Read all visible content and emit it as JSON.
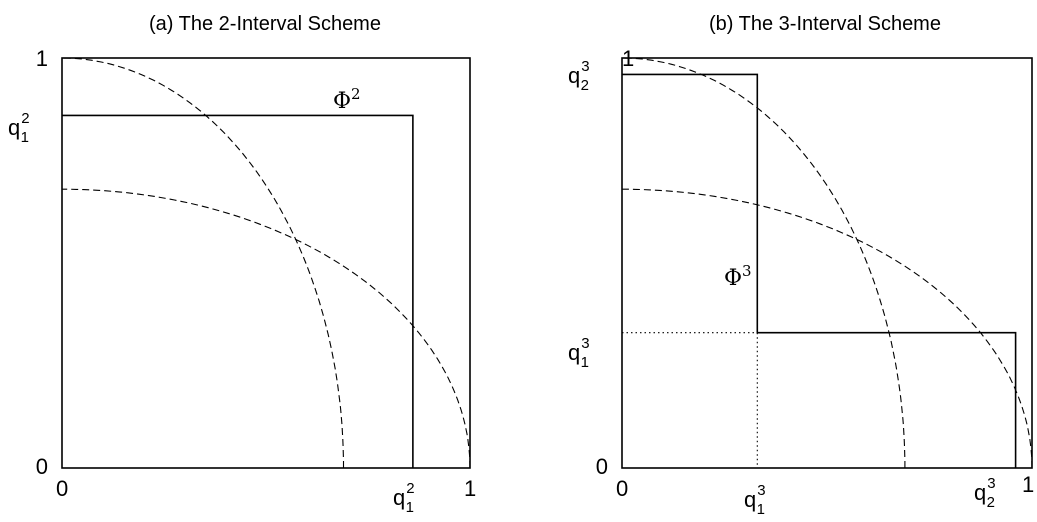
{
  "panels": [
    {
      "title": "(a) The 2-Interval Scheme",
      "phi_symbol": "Φ",
      "phi_superscript": "2",
      "tick_labels": {
        "x_min": "0",
        "x_max": "1",
        "y_min": "0",
        "y_max": "1",
        "q_symbol": "q"
      },
      "x_threshold": {
        "base": "q",
        "sub": "1",
        "sup": "2",
        "value": 0.86
      },
      "y_threshold": {
        "base": "q",
        "sub": "1",
        "sup": "2",
        "value": 0.86
      },
      "dashed_curves": [
        {
          "x_intercept": 0.69,
          "y_intercept": 1.0
        },
        {
          "x_intercept": 1.0,
          "y_intercept": 0.68
        }
      ]
    },
    {
      "title": "(b) The 3-Interval Scheme",
      "phi_symbol": "Φ",
      "phi_superscript": "3",
      "tick_labels": {
        "x_min": "0",
        "x_max": "1",
        "y_min": "0",
        "y_max": "1",
        "q_symbol": "q"
      },
      "x_thresholds": [
        {
          "base": "q",
          "sub": "1",
          "sup": "3",
          "value": 0.33
        },
        {
          "base": "q",
          "sub": "2",
          "sup": "3",
          "value": 0.96
        }
      ],
      "y_thresholds": [
        {
          "base": "q",
          "sub": "1",
          "sup": "3",
          "value": 0.33
        },
        {
          "base": "q",
          "sub": "2",
          "sup": "3",
          "value": 0.96
        }
      ],
      "dashed_curves": [
        {
          "x_intercept": 0.69,
          "y_intercept": 1.0
        },
        {
          "x_intercept": 1.0,
          "y_intercept": 0.68
        }
      ]
    }
  ]
}
